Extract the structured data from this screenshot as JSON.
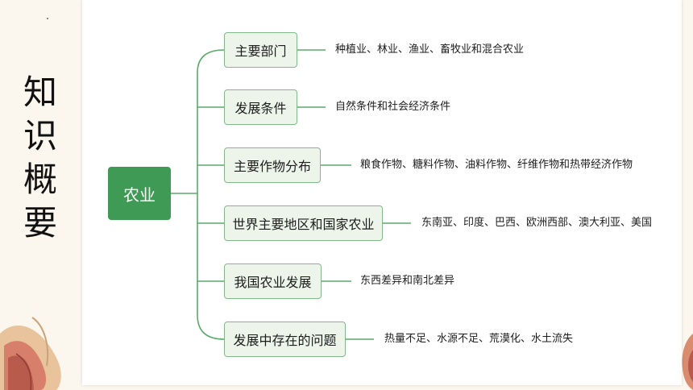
{
  "side_title": [
    "知",
    "识",
    "概",
    "要"
  ],
  "root": "农业",
  "branches": [
    {
      "label": "主要部门",
      "detail": "种植业、林业、渔业、畜牧业和混合农业"
    },
    {
      "label": "发展条件",
      "detail": "自然条件和社会经济条件"
    },
    {
      "label": "主要作物分布",
      "detail": "粮食作物、糖料作物、油料作物、纤维作物和热带经济作物"
    },
    {
      "label": "世界主要地区和国家农业",
      "detail": "东南亚、印度、巴西、欧洲西部、澳大利亚、美国"
    },
    {
      "label": "我国农业发展",
      "detail": "东西差异和南北差异"
    },
    {
      "label": "发展中存在的问题",
      "detail": "热量不足、水源不足、荒漠化、水土流失"
    }
  ],
  "colors": {
    "root": "#3f9a55",
    "node_fill": "#edf4ea",
    "node_border": "#7fb98a",
    "line": "#5aaa6a"
  }
}
